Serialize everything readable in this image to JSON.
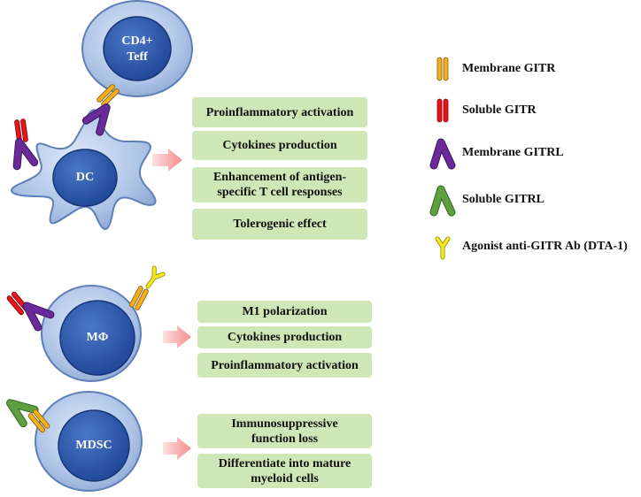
{
  "cells": {
    "teff": {
      "line1": "CD4+",
      "line2": "Teff"
    },
    "dc": "DC",
    "macrophage": "MΦ",
    "mdsc": "MDSC"
  },
  "dc_effects": {
    "proinflammatory": "Proinflammatory activation",
    "cytokines": "Cytokines production",
    "antigen_line1": "Enhancement of antigen-",
    "antigen_line2": "specific  T cell responses",
    "tolerogenic": "Tolerogenic effect"
  },
  "macrophage_effects": {
    "m1": "M1 polarization",
    "cytokines": "Cytokines production",
    "proinflammatory": "Proinflammatory activation"
  },
  "mdsc_effects": {
    "suppress_line1": "Immunosuppressive",
    "suppress_line2": "function loss",
    "diff_line1": "Differentiate into mature",
    "diff_line2": "myeloid cells"
  },
  "legend": [
    {
      "label": "Membrane GITR",
      "icon": "membrane-gitr",
      "color": "#f0b020"
    },
    {
      "label": "Soluble GITR",
      "icon": "soluble-gitr",
      "color": "#e8141c"
    },
    {
      "label": "Membrane GITRL",
      "icon": "membrane-gitrl",
      "color": "#6a2a9a"
    },
    {
      "label": "Soluble GITRL",
      "icon": "soluble-gitrl",
      "color": "#5ea040"
    },
    {
      "label": "Agonist anti-GITR Ab (DTA-1)",
      "icon": "agonist-antibody",
      "color": "#f5e81c"
    }
  ],
  "colors": {
    "box_fill": "#cfe6b6",
    "cell_outer": "#a9c1e8",
    "nucleus": "#2c55a8",
    "arrow": "#f7a3a3"
  }
}
